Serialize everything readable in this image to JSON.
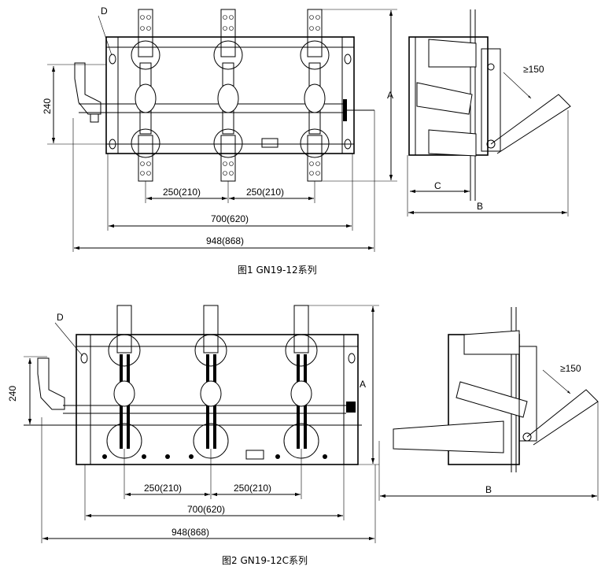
{
  "figure1": {
    "caption": "图1 GN19-12系列",
    "label_d": "D",
    "dim_240": "240",
    "dim_a": "A",
    "dim_150": "≥150",
    "dim_c": "C",
    "dim_b": "B",
    "dim_pitch_left": "250(210)",
    "dim_pitch_right": "250(210)",
    "dim_700": "700(620)",
    "dim_948": "948(868)"
  },
  "figure2": {
    "caption": "图2 GN19-12C系列",
    "label_d": "D",
    "dim_240": "240",
    "dim_a": "A",
    "dim_150": "≥150",
    "dim_b": "B",
    "dim_pitch_left": "250(210)",
    "dim_pitch_right": "250(210)",
    "dim_700": "700(620)",
    "dim_948": "948(868)"
  }
}
